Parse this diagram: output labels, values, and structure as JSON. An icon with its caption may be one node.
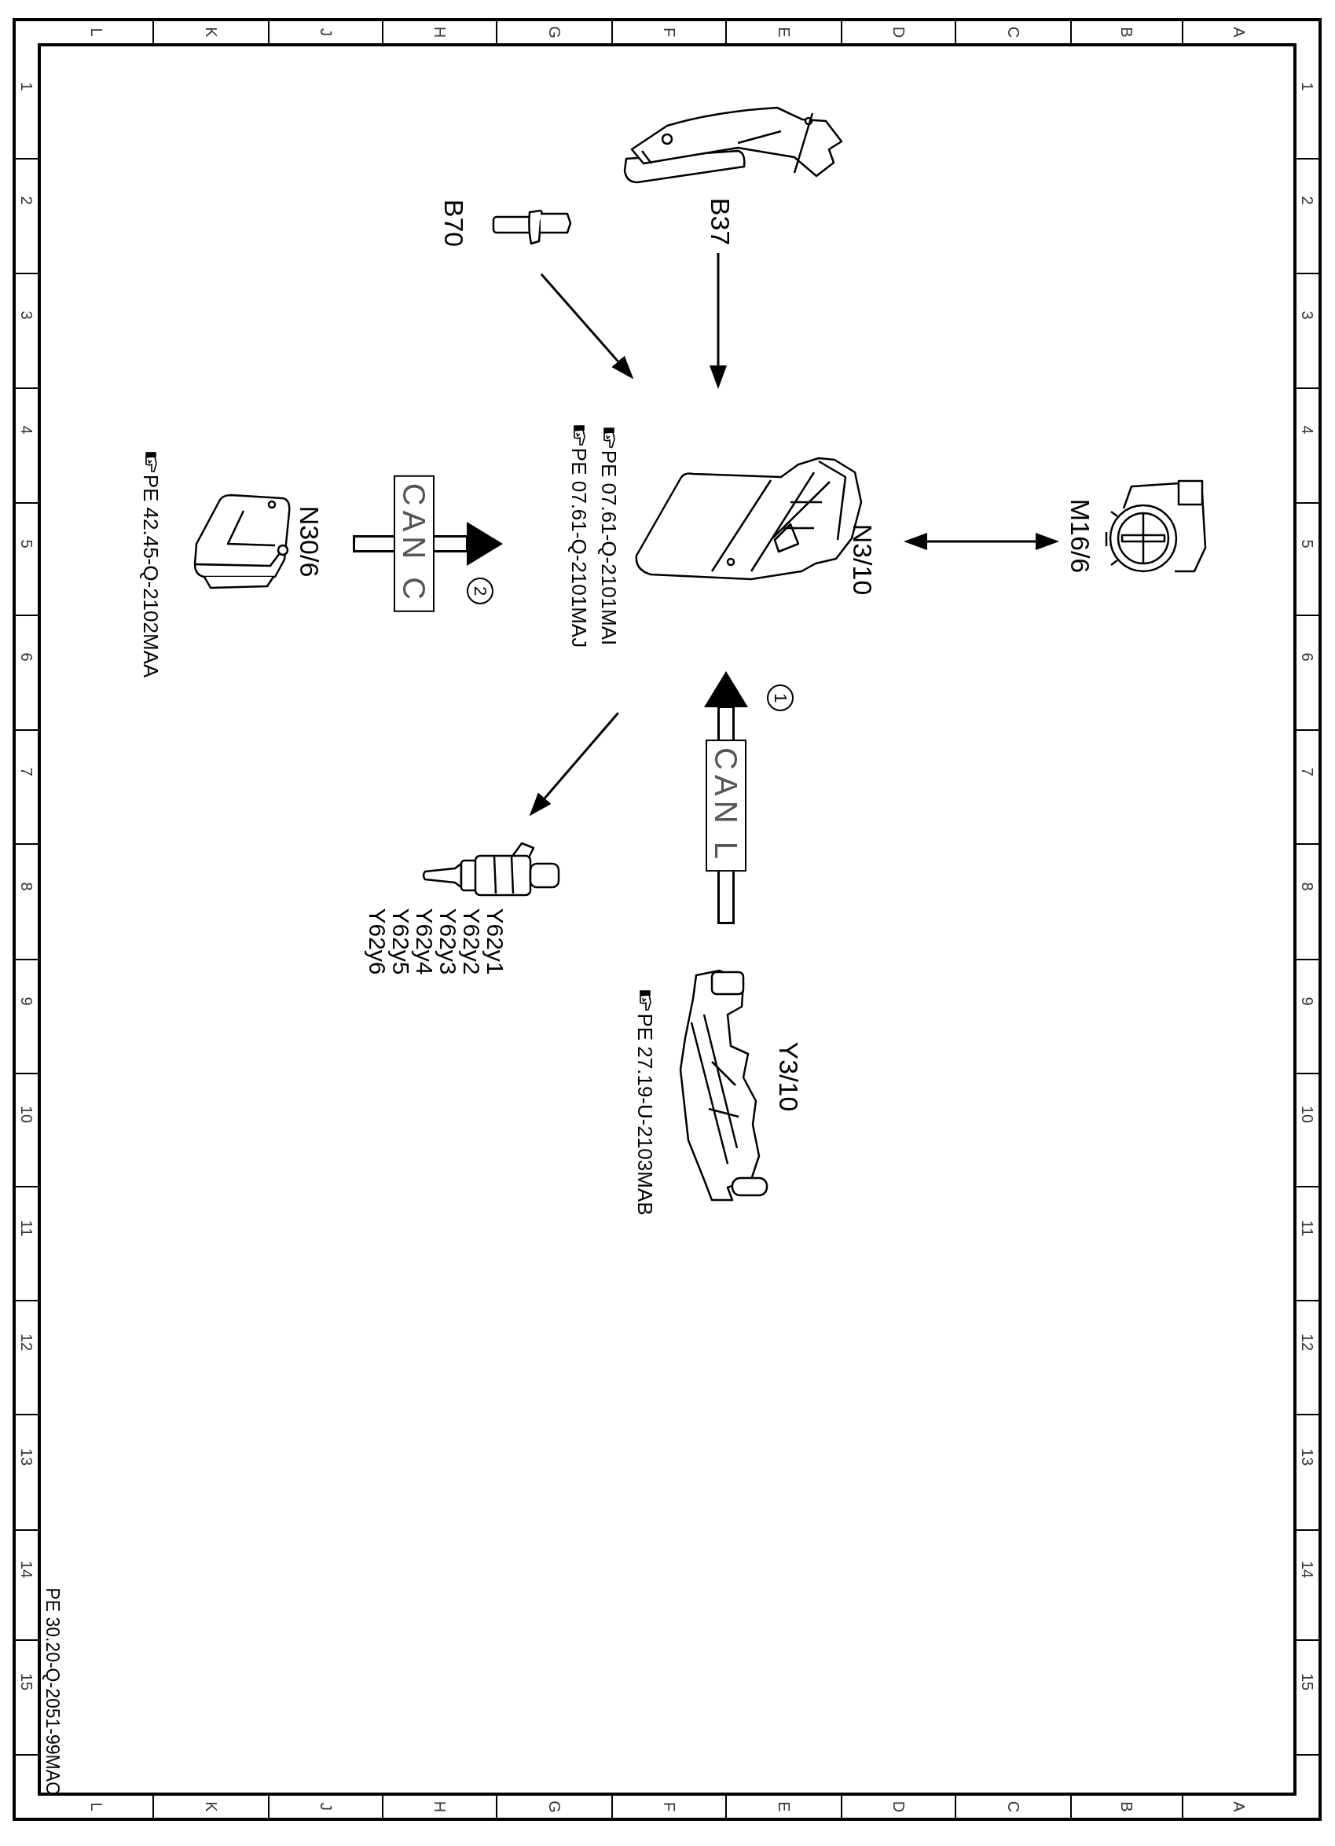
{
  "diagram": {
    "nodes": [
      {
        "text": [],
        "shape": "picture",
        "beside": [
          "B37"
        ]
      },
      {
        "text": [],
        "shape": "picture",
        "beside": [
          "B70"
        ]
      },
      {
        "text": [],
        "shape": "picture",
        "beside": [
          "N3/10",
          "PE 07.61-Q-2101MAI",
          "PE 07.61-Q-2101MAJ"
        ]
      },
      {
        "text": [],
        "shape": "picture",
        "beside": [
          "M16/6"
        ]
      },
      {
        "text": [],
        "shape": "picture",
        "beside": [
          "N30/6",
          "PE 42.45-Q-2102MAA"
        ]
      },
      {
        "text": [],
        "shape": "picture",
        "beside": [
          "Y62y1",
          "Y62y2",
          "Y62y3",
          "Y62y4",
          "Y62y5",
          "Y62y6"
        ]
      },
      {
        "text": [],
        "shape": "picture",
        "beside": [
          "Y3/10",
          "PE 27.19-U-2103MAB"
        ]
      }
    ],
    "edges": [
      {
        "from": 0,
        "to": 2,
        "arrow": "to"
      },
      {
        "from": 1,
        "to": 2,
        "arrow": "to"
      },
      {
        "from": 2,
        "to": 3,
        "arrow": "both"
      },
      {
        "from": 4,
        "to": 2,
        "arrow": "to",
        "label": "CAN C",
        "style": "thick"
      },
      {
        "from": 2,
        "to": 5,
        "arrow": "to"
      },
      {
        "from": 6,
        "to": 2,
        "arrow": "to",
        "label": "CAN L",
        "style": "thick"
      }
    ],
    "labels": [
      "L",
      "K",
      "J",
      "H",
      "G",
      "F",
      "E",
      "D",
      "C",
      "B",
      "A",
      "1",
      "2",
      "3",
      "4",
      "5",
      "6",
      "7",
      "8",
      "9",
      "10",
      "11",
      "12",
      "13",
      "14",
      "15",
      "1",
      "2",
      "3",
      "4",
      "5",
      "6",
      "7",
      "8",
      "9",
      "10",
      "11",
      "12",
      "13",
      "14",
      "15",
      "L",
      "K",
      "J",
      "H",
      "G",
      "F",
      "E",
      "D",
      "C",
      "B",
      "A",
      "2",
      "1",
      "PE 30.20-Q-2051-99MAC"
    ]
  }
}
